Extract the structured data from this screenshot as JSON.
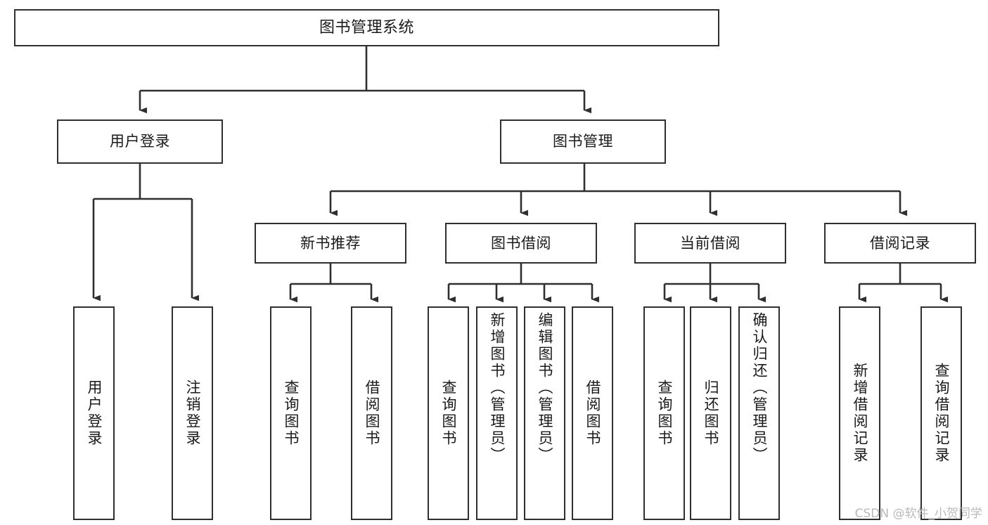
{
  "diagram": {
    "title": "图书管理系统",
    "type": "tree-hierarchy-chart",
    "colors": {
      "box_border": "#2f2f2f",
      "box_fill": "#ffffff",
      "edge": "#2f2f2f",
      "text": "#1a1a1a",
      "watermark": "#b9b9b9"
    }
  },
  "root": {
    "label": "图书管理系统"
  },
  "level2": [
    {
      "label": "用户登录"
    },
    {
      "label": "图书管理"
    }
  ],
  "level3": [
    {
      "label": "新书推荐"
    },
    {
      "label": "图书借阅"
    },
    {
      "label": "当前借阅"
    },
    {
      "label": "借阅记录"
    }
  ],
  "leaves": {
    "user_login": [
      {
        "label": "用户登录"
      },
      {
        "label": "注销登录"
      }
    ],
    "new_book": [
      {
        "label": "查询图书"
      },
      {
        "label": "借阅图书"
      }
    ],
    "book_borrow": [
      {
        "label": "查询图书"
      },
      {
        "label": "新增图书（管理员）"
      },
      {
        "label": "编辑图书（管理员）"
      },
      {
        "label": "借阅图书"
      }
    ],
    "current_borrow": [
      {
        "label": "查询图书"
      },
      {
        "label": "归还图书"
      },
      {
        "label": "确认归还（管理员）"
      }
    ],
    "borrow_record": [
      {
        "label": "新增借阅记录"
      },
      {
        "label": "查询借阅记录"
      }
    ]
  },
  "watermark": {
    "text": "CSDN @软件_小贺同学"
  }
}
